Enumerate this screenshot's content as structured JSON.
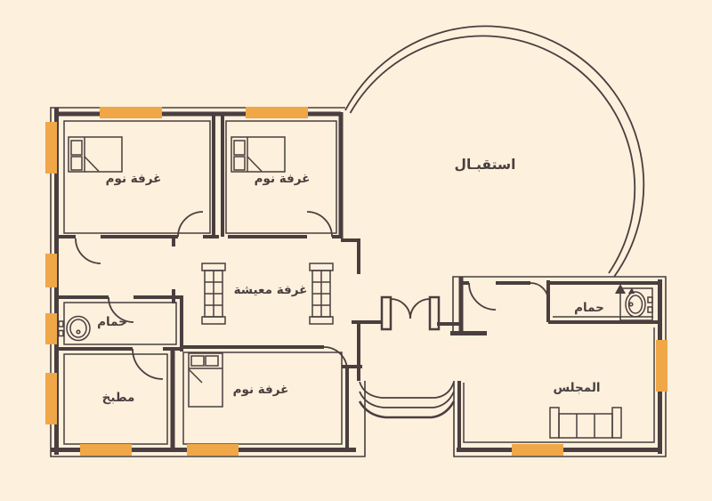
{
  "floor_plan": {
    "background_color": "#fdf0dc",
    "wall_color": "#4a3e3f",
    "window_color": "#efa747",
    "rooms": [
      {
        "id": "bedroom-1",
        "label": "غرفة نوم"
      },
      {
        "id": "bedroom-2",
        "label": "غرفة نوم"
      },
      {
        "id": "reception",
        "label": "استقبـال"
      },
      {
        "id": "living-room",
        "label": "غرفة معيشة"
      },
      {
        "id": "bathroom-1",
        "label": "حمام"
      },
      {
        "id": "kitchen",
        "label": "مطبخ"
      },
      {
        "id": "bedroom-3",
        "label": "غرفة نوم"
      },
      {
        "id": "bathroom-2",
        "label": "حمام"
      },
      {
        "id": "majlis",
        "label": "المجلس"
      }
    ]
  }
}
